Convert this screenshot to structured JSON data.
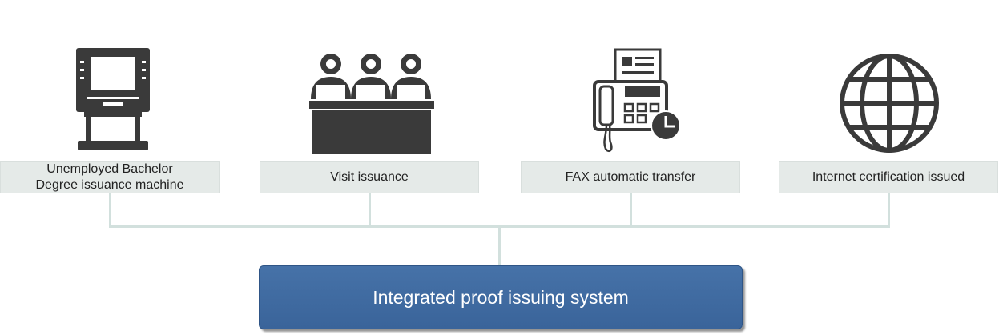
{
  "channels": [
    {
      "icon": "kiosk-icon",
      "label": "Unemployed Bachelor\nDegree issuance machine"
    },
    {
      "icon": "clerks-icon",
      "label": "Visit issuance"
    },
    {
      "icon": "fax-machine-icon",
      "label": "FAX automatic transfer"
    },
    {
      "icon": "globe-icon",
      "label": "Internet certification issued"
    }
  ],
  "system": {
    "label": "Integrated proof issuing system"
  },
  "colors": {
    "icon": "#3a3a3a",
    "label_bg": "#e5eae8",
    "connector": "#d2e0dd",
    "system_bg": "#3d679e"
  }
}
